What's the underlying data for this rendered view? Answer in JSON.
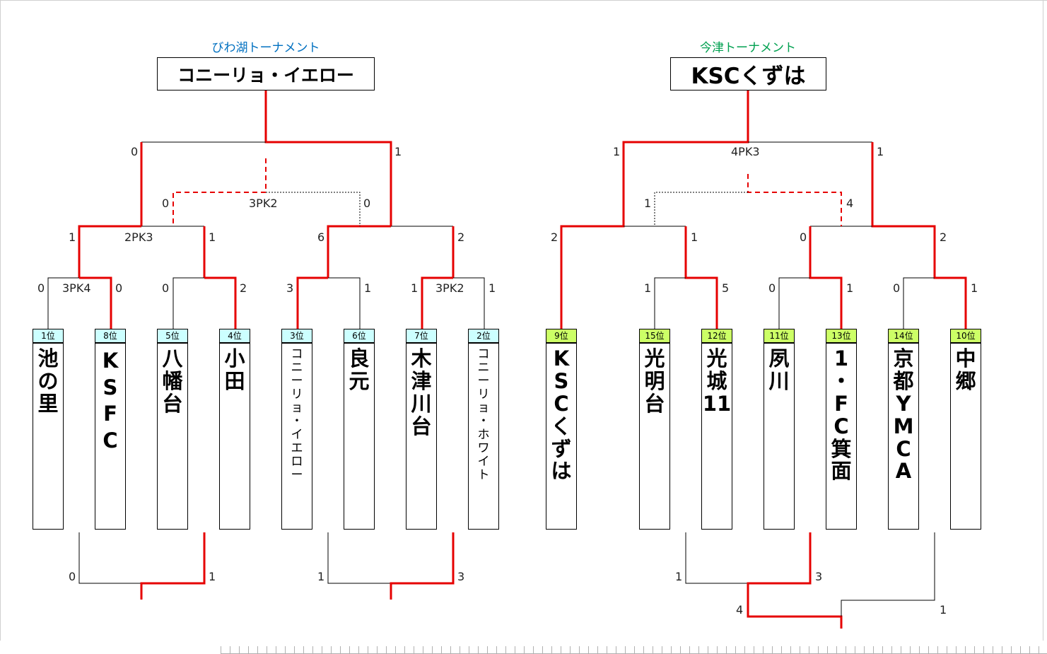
{
  "biwako": {
    "title": "びわ湖トーナメント",
    "champion": "コニーリョ・イエロー",
    "teams": [
      {
        "rank": "1位",
        "name": "池の里"
      },
      {
        "rank": "8位",
        "name": "KSFC"
      },
      {
        "rank": "5位",
        "name": "八幡台"
      },
      {
        "rank": "4位",
        "name": "小田"
      },
      {
        "rank": "3位",
        "name": "コニーリョ・イエロー"
      },
      {
        "rank": "6位",
        "name": "良元"
      },
      {
        "rank": "7位",
        "name": "木津川台"
      },
      {
        "rank": "2位",
        "name": "コニーリョ・ホワイト"
      }
    ],
    "scores": {
      "r1_m1_left": "0",
      "r1_m1_pk": "3PK4",
      "r1_m1_right": "0",
      "r1_m2_left": "0",
      "r1_m2_right": "2",
      "r1_m3_left": "3",
      "r1_m3_right": "1",
      "r1_m4_left": "1",
      "r1_m4_pk": "3PK2",
      "r1_m4_right": "1",
      "sf1_left": "1",
      "sf1_pk": "2PK3",
      "sf1_right": "1",
      "sf2_left": "6",
      "sf2_right": "2",
      "third_left": "0",
      "third_pk": "3PK2",
      "third_right": "0",
      "final_left": "0",
      "final_right": "1",
      "cons1_left": "0",
      "cons1_right": "1",
      "cons2_left": "1",
      "cons2_right": "3"
    }
  },
  "imazu": {
    "title": "今津トーナメント",
    "champion": "KSCくずは",
    "teams": [
      {
        "rank": "9位",
        "name": "KSCくずは"
      },
      {
        "rank": "15位",
        "name": "光明台"
      },
      {
        "rank": "12位",
        "name": "光城11"
      },
      {
        "rank": "11位",
        "name": "夙川"
      },
      {
        "rank": "13位",
        "name": "1・FC箕面"
      },
      {
        "rank": "14位",
        "name": "京都YMCA"
      },
      {
        "rank": "10位",
        "name": "中郷"
      }
    ],
    "scores": {
      "r1_m1_left": "1",
      "r1_m1_right": "5",
      "r1_m2_left": "0",
      "r1_m2_right": "1",
      "r1_m3_left": "0",
      "r1_m3_right": "1",
      "sf1_left": "2",
      "sf1_right": "1",
      "sf2_left": "0",
      "sf2_right": "2",
      "third_left": "1",
      "third_right": "4",
      "final_left": "1",
      "final_pk": "4PK3",
      "final_right": "1",
      "cons1_left": "1",
      "cons1_right": "3",
      "cons2_left": "4",
      "cons2_right": "1"
    }
  },
  "colors": {
    "win_line": "#e60000",
    "line": "#000000",
    "title_biwako": "#0070c0",
    "title_imazu": "#00a050",
    "rank_biwako": "#ccffff",
    "rank_imazu": "#ccff66"
  }
}
